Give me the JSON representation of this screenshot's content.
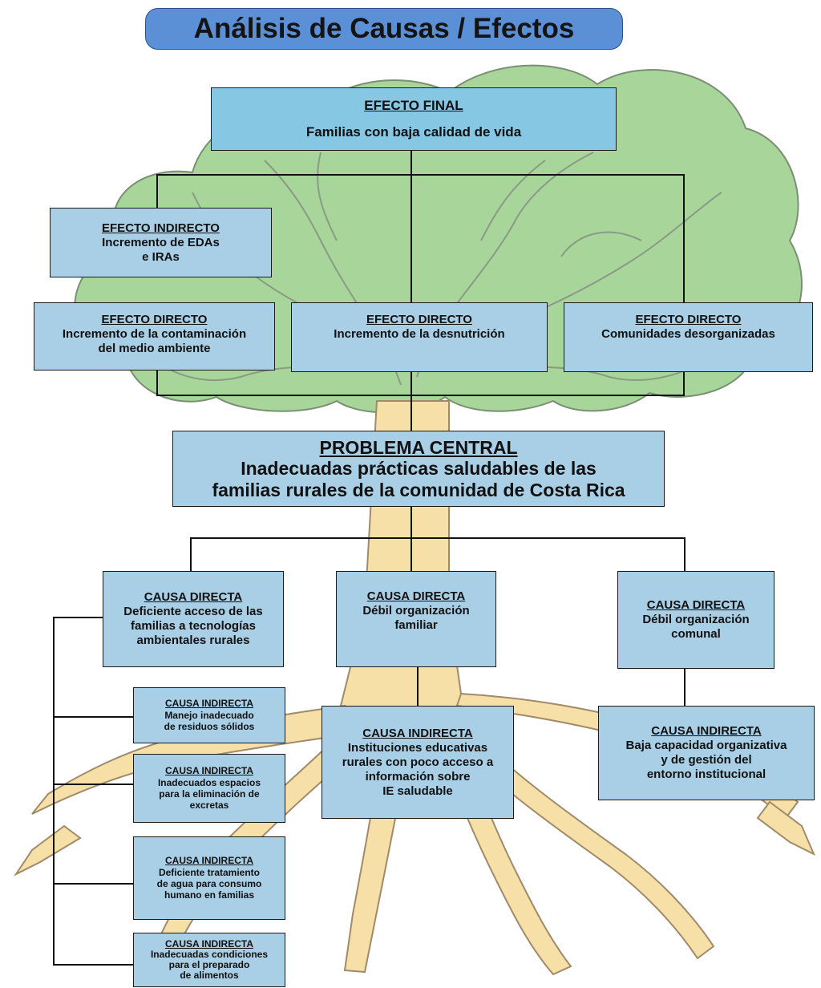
{
  "title": "Análisis de Causas / Efectos",
  "colors": {
    "title_bg": "#5b8fd6",
    "box_bg": "#a9cfe6",
    "final_bg": "#86c7e4",
    "crown": "#a8d59a",
    "roots": "#f6e0a8",
    "lines": "#111111"
  },
  "efecto_final": {
    "heading": "EFECTO FINAL",
    "text": "Familias con baja calidad de vida"
  },
  "efecto_indirecto": {
    "heading": "EFECTO INDIRECTO",
    "text": "Incremento de EDAs\ne IRAs"
  },
  "efectos_directos": [
    {
      "heading": "EFECTO DIRECTO",
      "text": "Incremento de la contaminación\ndel medio ambiente"
    },
    {
      "heading": "EFECTO DIRECTO",
      "text": "Incremento de la desnutrición"
    },
    {
      "heading": "EFECTO DIRECTO",
      "text": "Comunidades desorganizadas"
    }
  ],
  "problema_central": {
    "heading": "PROBLEMA CENTRAL",
    "text": "Inadecuadas prácticas saludables de las\nfamilias rurales de la comunidad de Costa Rica"
  },
  "causas_directas": [
    {
      "heading": "CAUSA DIRECTA",
      "text": "Deficiente acceso de las\nfamilias a tecnologías\nambientales rurales"
    },
    {
      "heading": "CAUSA DIRECTA",
      "text": "Débil organización\nfamiliar"
    },
    {
      "heading": "CAUSA DIRECTA",
      "text": "Débil organización\ncomunal"
    }
  ],
  "causas_indirectas_izq": [
    {
      "heading": "CAUSA INDIRECTA",
      "text": "Manejo inadecuado\nde residuos sólidos"
    },
    {
      "heading": "CAUSA INDIRECTA",
      "text": "Inadecuados espacios\npara la eliminación de\nexcretas"
    },
    {
      "heading": "CAUSA INDIRECTA",
      "text": "Deficiente tratamiento\nde agua para consumo\nhumano en familias"
    },
    {
      "heading": "CAUSA INDIRECTA",
      "text": "Inadecuadas condiciones\npara el preparado\nde alimentos"
    }
  ],
  "causa_indirecta_centro": {
    "heading": "CAUSA INDIRECTA",
    "text": "Instituciones educativas\nrurales con poco acceso a\ninformación sobre\nIE saludable"
  },
  "causa_indirecta_der": {
    "heading": "CAUSA INDIRECTA",
    "text": "Baja capacidad organizativa\ny de gestión del\nentorno institucional"
  }
}
